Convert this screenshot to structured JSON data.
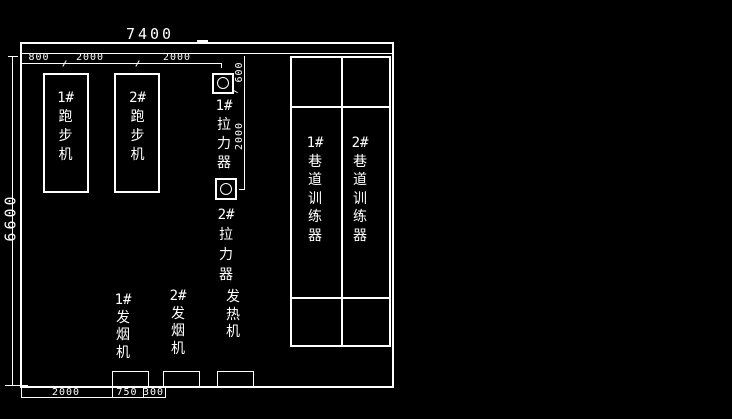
{
  "drawing": {
    "type": "cad-floor-plan",
    "overall": {
      "width_label": "7400",
      "height_label": "6600"
    },
    "dims": {
      "top_segments": [
        "800",
        "2000",
        "2000"
      ],
      "right_segments": [
        "600",
        "2000"
      ],
      "bottom_segments": [
        "2000",
        "750",
        "300"
      ]
    },
    "equipment": {
      "treadmill_1": "1#\n跑\n步\n机",
      "treadmill_2": "2#\n跑\n步\n机",
      "puller_1": "1#\n拉\n力\n器",
      "puller_2": "2#\n拉\n力\n器",
      "tunnel_trainer_1": "1#\n巷\n道\n训\n练\n器",
      "tunnel_trainer_2": "2#\n巷\n道\n训\n练\n器",
      "smoke_machine_1": "1#\n发\n烟\n机",
      "smoke_machine_2": "2#\n发\n烟\n机",
      "heater": "发\n热\n机"
    },
    "colors": {
      "background": "#000000",
      "line": "#ffffff",
      "text": "#ffffff"
    }
  }
}
